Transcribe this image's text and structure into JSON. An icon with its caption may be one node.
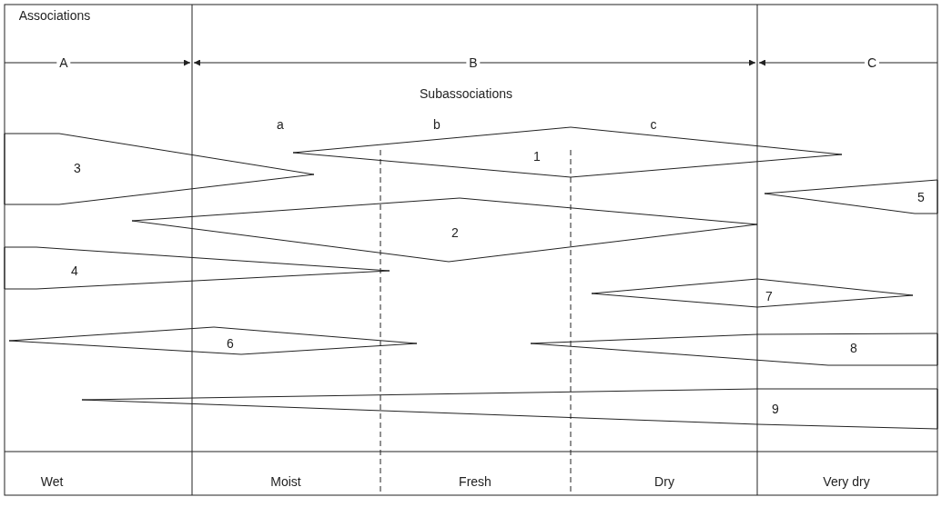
{
  "diagram": {
    "nodes": [
      {
        "text": [
          "1"
        ]
      },
      {
        "text": [
          "2"
        ]
      },
      {
        "text": [
          "3"
        ]
      },
      {
        "text": [
          "4"
        ]
      },
      {
        "text": [
          "5"
        ]
      },
      {
        "text": [
          "6"
        ]
      },
      {
        "text": [
          "7"
        ]
      },
      {
        "text": [
          "8"
        ]
      },
      {
        "text": [
          "9"
        ]
      }
    ],
    "labels": [
      "Associations",
      "A",
      "B",
      "C",
      "Subassociations",
      "a",
      "b",
      "c",
      "Wet",
      "Moist",
      "Fresh",
      "Dry",
      "Very dry"
    ]
  }
}
